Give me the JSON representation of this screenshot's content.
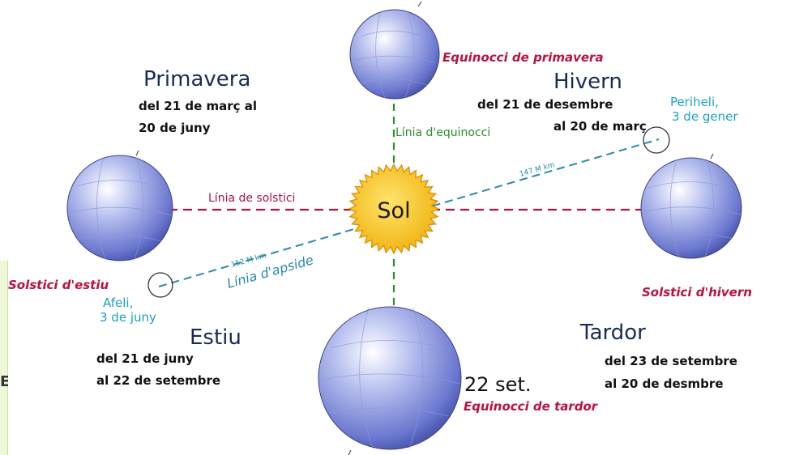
{
  "sun": {
    "label": "Sol"
  },
  "lines": {
    "equinox": "Línia d'equinocci",
    "solstice": "Línia de solstici",
    "apsides": "Línia d'apside",
    "dist_perihelion": "147 M km",
    "dist_aphelion": "152 M km"
  },
  "events": {
    "spring_equinox": "Equinocci de primavera",
    "autumn_equinox": "Equinocci de tardor",
    "summer_solstice": "Solstici d'estiu",
    "winter_solstice": "Solstici d'hivern"
  },
  "apsides": {
    "perihelion_name": "Periheli,",
    "perihelion_date": "3 de gener",
    "aphelion_name": "Afeli,",
    "aphelion_date": "3 de juny"
  },
  "seasons": {
    "spring": {
      "name": "Primavera",
      "line1": "del 21 de març al",
      "line2": "20 de juny"
    },
    "winter": {
      "name": "Hivern",
      "line1": "del 21 de desembre",
      "line2": "al 20 de març"
    },
    "summer": {
      "name": "Estiu",
      "line1": "del 21 de juny",
      "line2": "al 22 de setembre"
    },
    "autumn": {
      "name": "Tardor",
      "line1": "del 23 de setembre",
      "line2": "al 20 de desmbre"
    }
  },
  "date_label": "22 set.",
  "side_glyph": "E",
  "colors": {
    "event": "#b8123e",
    "equinox_line": "#2e8b2e",
    "solstice_line": "#a8173f",
    "apsides_line": "#2a8aa8",
    "apsides_label": "#1aa3c0",
    "sun_fill": "#f5c21b",
    "sun_stroke": "#d98a00",
    "season_name": "#1a2a55",
    "planet": "#6f7fd6"
  }
}
